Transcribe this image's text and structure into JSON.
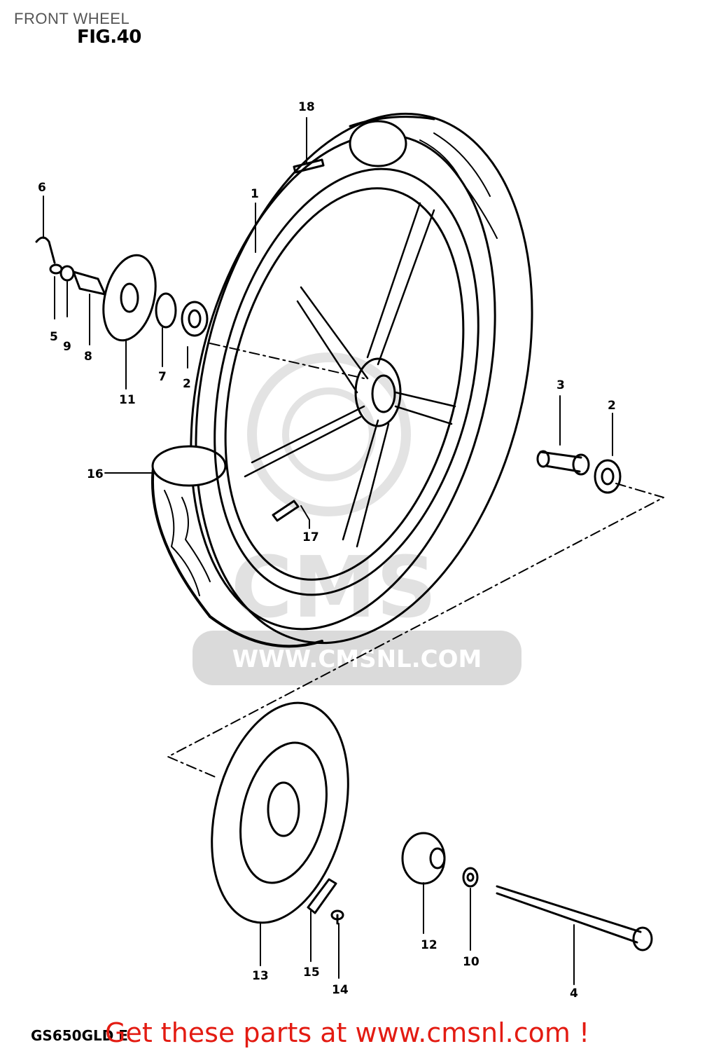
{
  "header": {
    "caption": "FRONT WHEEL",
    "figure": "FIG.40"
  },
  "watermark": {
    "logo_text": "CMS",
    "url": "WWW.CMSNL.COM"
  },
  "footer": {
    "model_code": "GS650GLD E",
    "promo": "Get these parts at www.cmsnl.com !"
  },
  "callouts": [
    {
      "number": "1"
    },
    {
      "number": "2"
    },
    {
      "number": "3"
    },
    {
      "number": "2"
    },
    {
      "number": "4"
    },
    {
      "number": "5"
    },
    {
      "number": "6"
    },
    {
      "number": "7"
    },
    {
      "number": "8"
    },
    {
      "number": "9"
    },
    {
      "number": "10"
    },
    {
      "number": "11"
    },
    {
      "number": "12"
    },
    {
      "number": "13"
    },
    {
      "number": "14"
    },
    {
      "number": "15"
    },
    {
      "number": "16"
    },
    {
      "number": "17"
    },
    {
      "number": "18"
    }
  ],
  "colors": {
    "line": "#000000",
    "watermark": "#d6d6d6",
    "promo": "#e31b12"
  }
}
